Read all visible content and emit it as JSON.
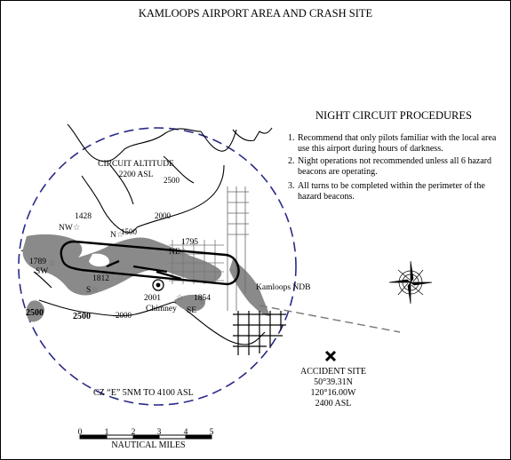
{
  "title": "KAMLOOPS AIRPORT AREA AND CRASH SITE",
  "night_circuit": {
    "heading": "NIGHT CIRCUIT PROCEDURES",
    "items": [
      {
        "num": "1.",
        "text": "Recommend that only pilots familiar with the local area use this airport during hours of darkness."
      },
      {
        "num": "2.",
        "text": "Night operations not recommended unless all 6 hazard beacons are operating."
      },
      {
        "num": "3.",
        "text": "All turns to be completed within the perimeter of the hazard beacons."
      }
    ]
  },
  "circuit_altitude": {
    "line1": "CIRCUIT ALTITUDE",
    "line2": "2200 ASL"
  },
  "beacons": {
    "nw": "NW",
    "n": "N",
    "ne": "NE",
    "sw": "SW",
    "s": "S",
    "se": "SE"
  },
  "elevations": {
    "e1428": "1428",
    "e1795": "1795",
    "e1789": "1789",
    "e1812": "1812",
    "e2001": "2001",
    "e1854": "1854"
  },
  "contours": {
    "c2500_top": "2500",
    "c2000_mid": "2000",
    "c1500": "1500",
    "c2000_south": "2000",
    "c2500_sw": "2500",
    "c2500_s": "2500"
  },
  "chimney": "Chimney",
  "ndb": "Kamloops NDB",
  "accident": {
    "label": "ACCIDENT SITE",
    "lat": "50°39.31N",
    "lon": "120°16.00W",
    "alt": "2400 ASL"
  },
  "cz": "CZ “E” 5NM TO 4100 ASL",
  "scale": {
    "ticks": [
      "0",
      "1",
      "2",
      "3",
      "4",
      "5"
    ],
    "caption": "NAUTICAL MILES"
  },
  "colors": {
    "terrain": "#8a8a8a",
    "zone": "#2a2a88",
    "ink": "#000000"
  }
}
